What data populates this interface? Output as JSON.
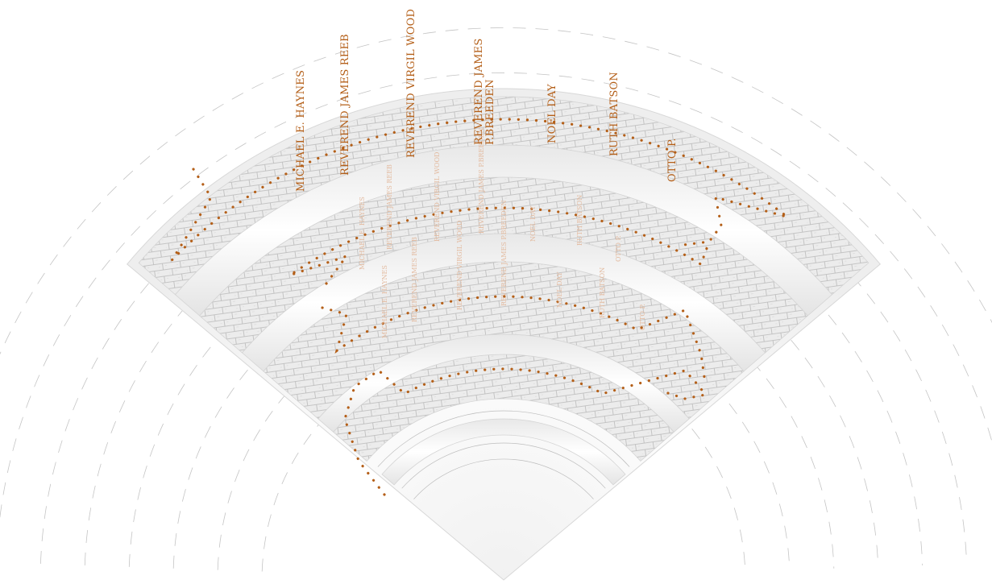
{
  "palette": {
    "accent": "#b45f18",
    "ghost_text": "#e3bba0",
    "dash_line": "#c4c4c4",
    "paving_fill": "#ececec",
    "paving_stroke": "#b9b9b9",
    "band_fill": "#f3f3f3",
    "channel_fill": "#fafafa"
  },
  "labels": [
    "MICHAEL E. HAYNES",
    "REVEREND JAMES REEB",
    "REVEREND VIRGIL WOOD",
    "REVEREND JAMES\nP.BREEDEN",
    "NOEL DAY",
    "RUTH BATSON",
    "OTTO P."
  ],
  "ghost_labels": [
    "MICHAEL E. HAYNES",
    "REVEREND JAMES REEB",
    "REVEREND VIRGIL WOOD",
    "REVEREND JAMES P.BREEDEN",
    "NOEL DAY",
    "RUTH BATSON",
    "OTTO P."
  ]
}
